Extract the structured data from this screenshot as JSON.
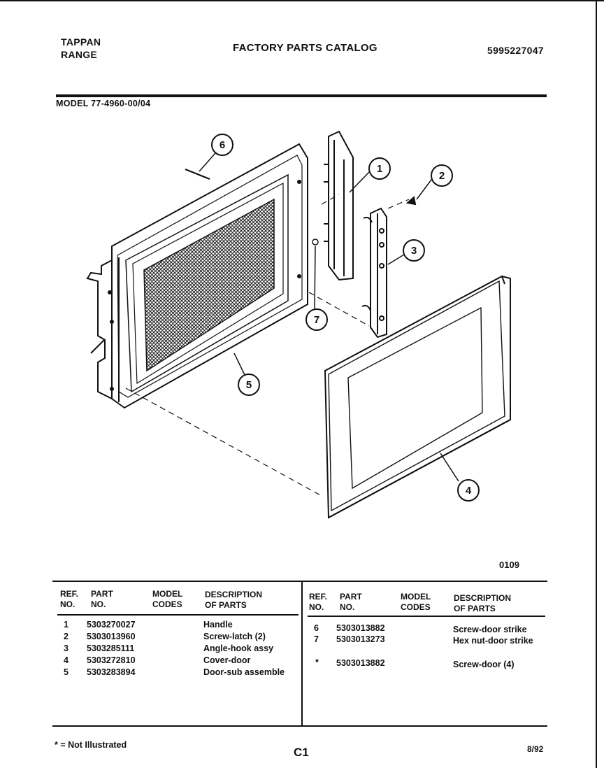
{
  "header": {
    "brand": "TAPPAN",
    "product": "RANGE",
    "title": "FACTORY PARTS CATALOG",
    "catalog_number": "5995227047",
    "model": "MODEL 77-4960-00/04"
  },
  "diagram": {
    "code": "0109",
    "callouts": [
      "1",
      "2",
      "3",
      "4",
      "5",
      "6",
      "7"
    ]
  },
  "table": {
    "headers": {
      "ref_no": [
        "REF.",
        "NO."
      ],
      "part_no": [
        "PART",
        "NO."
      ],
      "model_codes": [
        "MODEL",
        "CODES"
      ],
      "description": [
        "DESCRIPTION",
        "OF PARTS"
      ]
    },
    "left_rows": [
      {
        "ref": "1",
        "part": "5303270027",
        "desc": "Handle"
      },
      {
        "ref": "2",
        "part": "5303013960",
        "desc": "Screw-latch (2)"
      },
      {
        "ref": "3",
        "part": "5303285111",
        "desc": "Angle-hook assy"
      },
      {
        "ref": "4",
        "part": "5303272810",
        "desc": "Cover-door"
      },
      {
        "ref": "5",
        "part": "5303283894",
        "desc": "Door-sub assemble"
      }
    ],
    "right_rows": [
      {
        "ref": "6",
        "part": "5303013882",
        "desc": "Screw-door strike"
      },
      {
        "ref": "7",
        "part": "5303013273",
        "desc": "Hex nut-door strike"
      },
      {
        "ref": "*",
        "part": "5303013882",
        "desc": "Screw-door (4)"
      }
    ]
  },
  "footer": {
    "note": "* = Not Illustrated",
    "page": "C1",
    "date": "8/92"
  }
}
